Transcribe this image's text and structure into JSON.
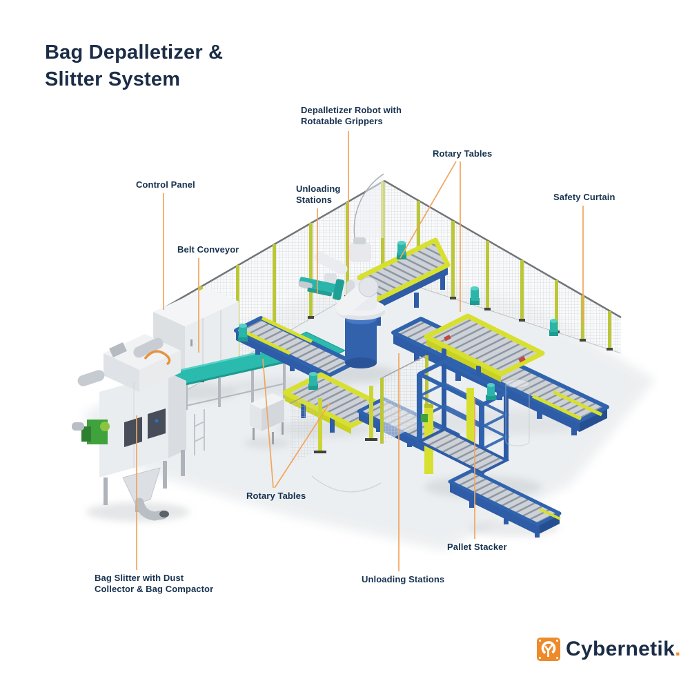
{
  "page": {
    "background": "#FFFFFF",
    "title": {
      "line1": "Bag Depalletizer &",
      "line2": "Slitter System"
    }
  },
  "annotations": {
    "depalletizer_robot": "Depalletizer Robot with\nRotatable Grippers",
    "rotary_tables_top": "Rotary Tables",
    "control_panel": "Control Panel",
    "unloading_stations_top": "Unloading\nStations",
    "safety_curtain": "Safety Curtain",
    "belt_conveyor": "Belt Conveyor",
    "rotary_tables_bottom": "Rotary Tables",
    "pallet_stacker": "Pallet Stacker",
    "unloading_stations_bottom": "Unloading Stations",
    "bag_slitter": "Bag Slitter with Dust\nCollector & Bag Compactor"
  },
  "branding": {
    "name": "Cybernetik",
    "suffix": "."
  },
  "colors": {
    "title_text": "#1B2C46",
    "label_text": "#16314F",
    "leader_line": "#F2A45C",
    "logo_orange": "#ED8B2B",
    "conveyor_blue": "#3063AE",
    "rotary_yellow": "#D8E02F",
    "belt_teal": "#29B9AE",
    "fence_post_yellow": "#BCC737",
    "roller_silver": "#CDD2D9",
    "robot_white": "#EDEFF2",
    "slitter_green": "#3FA23D",
    "floor_gray": "#ECEFF1"
  }
}
